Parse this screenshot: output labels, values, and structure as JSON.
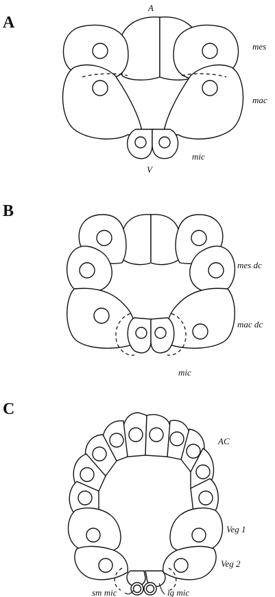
{
  "panels": [
    {
      "letter": "A",
      "labels": {
        "animal": "A",
        "mesomeres": "mes",
        "macromeres": "mac",
        "micromeres": "mic",
        "vegetal": "V"
      }
    },
    {
      "letter": "B",
      "labels": {
        "mesomeres": "mes dc",
        "macromeres": "mac dc",
        "micromeres": "mic"
      }
    },
    {
      "letter": "C",
      "labels": {
        "animal_cap": "AC",
        "veg1": "Veg 1",
        "veg2": "Veg 2",
        "small_micromeres": "sm mic",
        "large_micromeres": "lg mic"
      }
    }
  ],
  "colors": {
    "stroke": "#111111",
    "background": "#ffffff"
  }
}
